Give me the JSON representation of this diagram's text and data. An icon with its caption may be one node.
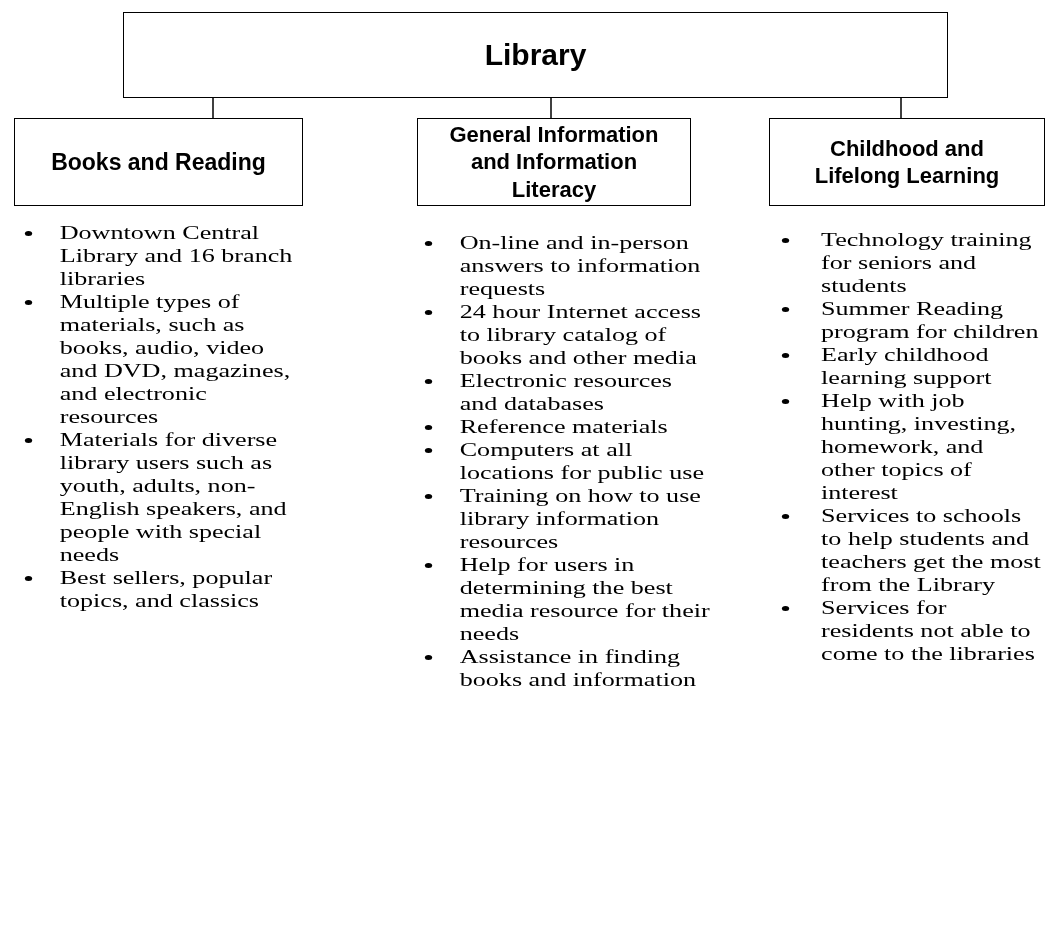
{
  "diagram": {
    "nodes": [
      {
        "text": [
          "Library"
        ]
      },
      {
        "text": [
          "Books and Reading"
        ],
        "beside": [
          "Downtown Central Library and 16 branch libraries",
          "Multiple types of materials, such as books, audio, video and DVD, magazines, and electronic resources",
          "Materials for diverse library users such as youth, adults, non-English speakers, and people with special needs",
          "Best sellers, popular topics, and classics"
        ]
      },
      {
        "text": [
          "General Information and Information Literacy"
        ],
        "beside": [
          "On-line and in-person answers to information requests",
          "24 hour Internet access to library catalog of books and other media",
          "Electronic resources and databases",
          "Reference materials",
          "Computers at all locations for public use",
          "Training on how to use library information resources",
          "Help for users in determining the best media resource for their needs",
          "Assistance in finding books and information"
        ]
      },
      {
        "text": [
          "Childhood and Lifelong Learning"
        ],
        "beside": [
          "Technology training for seniors and students",
          "Summer Reading program for children",
          "Early childhood learning support",
          "Help with job hunting, investing, homework, and other topics of interest",
          "Services to schools to help students and teachers get the most from the Library",
          "Services for residents not able to come to the libraries"
        ]
      }
    ],
    "edges": [
      {
        "from": 0,
        "to": 1,
        "arrow": "none"
      },
      {
        "from": 0,
        "to": 2,
        "arrow": "none"
      },
      {
        "from": 0,
        "to": 3,
        "arrow": "none"
      }
    ]
  }
}
